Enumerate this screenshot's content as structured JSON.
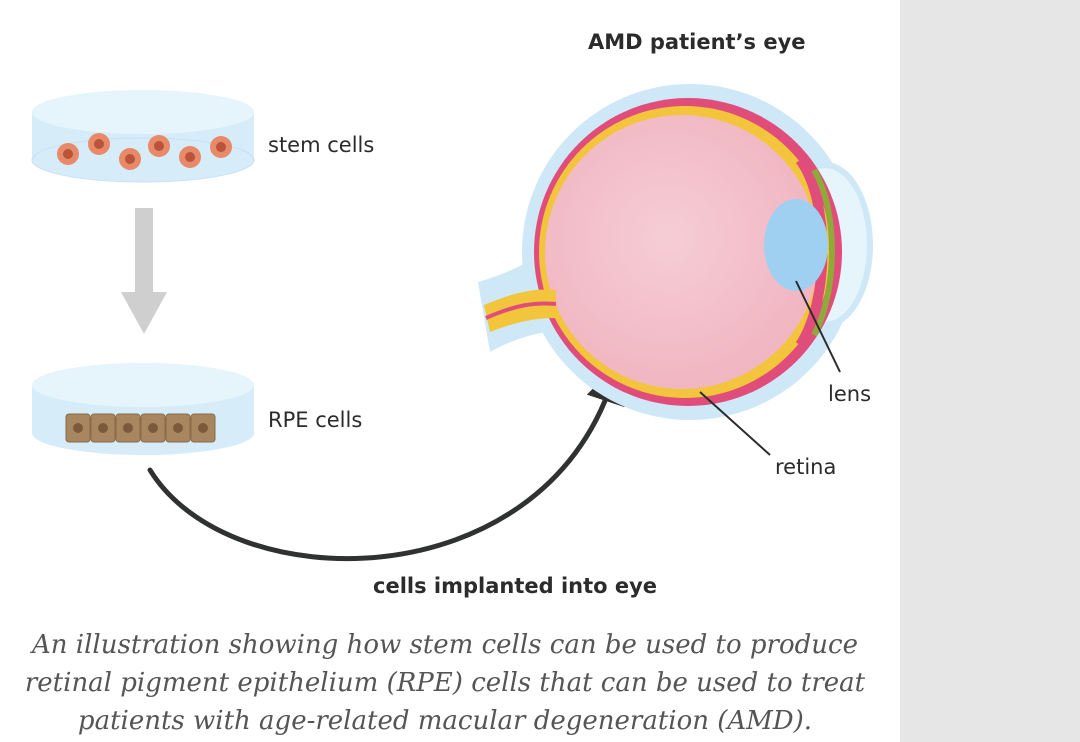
{
  "labels": {
    "title": "AMD patient’s eye",
    "stem_cells": "stem cells",
    "rpe_cells": "RPE cells",
    "lens": "lens",
    "retina": "retina",
    "implant": "cells implanted into eye"
  },
  "caption": {
    "line1": "An illustration showing how stem cells can be used to produce",
    "line2": "retinal pigment epithelium (RPE) cells that can be used to treat",
    "line3": "patients with age-related macular degeneration (AMD)."
  },
  "colors": {
    "dish": "#d6ecf8",
    "dish_rim": "#e6f4fb",
    "stem_cell": "#e8896a",
    "stem_nucleus": "#b9533a",
    "rpe_cell": "#a88660",
    "rpe_nucleus": "#7a5a3a",
    "sclera_outer": "#cfe8f7",
    "choroid": "#e14d7a",
    "retina_layer": "#f3c53c",
    "eye_interior": "#f5c6cf",
    "lens": "#9fd0f2",
    "arrow_gray": "#cfcfcf",
    "arrow_dark": "#2f3230"
  }
}
